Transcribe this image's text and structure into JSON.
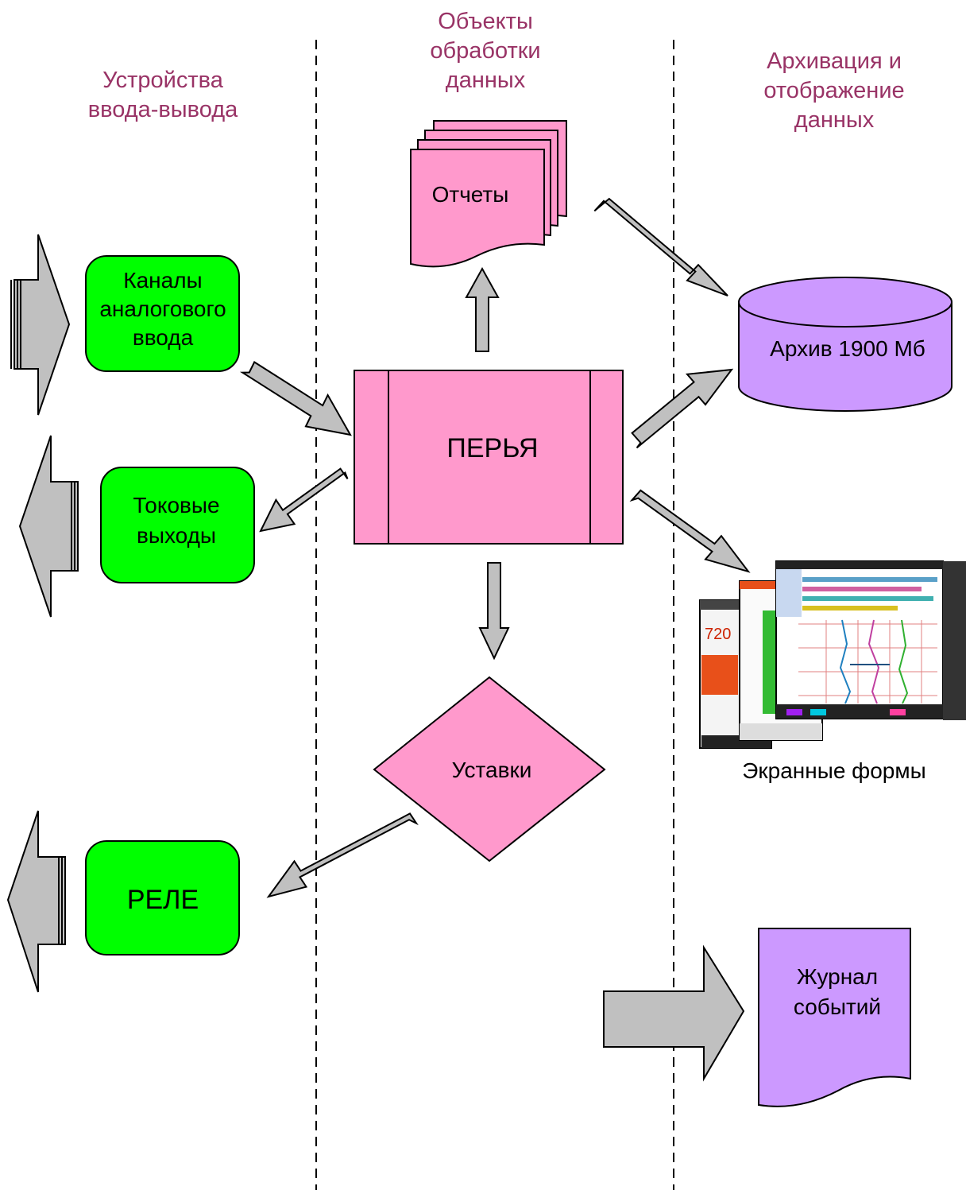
{
  "columns": {
    "io": {
      "line1": "Устройства",
      "line2": "ввода-вывода"
    },
    "processing": {
      "line1": "Объекты",
      "line2": "обработки",
      "line3": "данных"
    },
    "archive": {
      "line1": "Архивация и",
      "line2": "отображение",
      "line3": "данных"
    }
  },
  "nodes": {
    "analog_input": {
      "line1": "Каналы",
      "line2": "аналогового",
      "line3": "ввода"
    },
    "current_outputs": {
      "line1": "Токовые",
      "line2": "выходы"
    },
    "relay": {
      "label": "РЕЛЕ"
    },
    "pens": {
      "label": "ПЕРЬЯ"
    },
    "reports": {
      "label": "Отчеты"
    },
    "setpoints": {
      "label": "Уставки"
    },
    "archive": {
      "label": "Архив 1900 Мб"
    },
    "screen_forms": {
      "label": "Экранные формы"
    },
    "event_log": {
      "line1": "Журнал",
      "line2": "событий"
    }
  },
  "screen_thumb": {
    "value": "720"
  },
  "colors": {
    "green": "#00ff00",
    "pink": "#ff99cc",
    "violet": "#cc99ff",
    "arrow_gray": "#c0c0c0",
    "header_text": "#993366"
  }
}
